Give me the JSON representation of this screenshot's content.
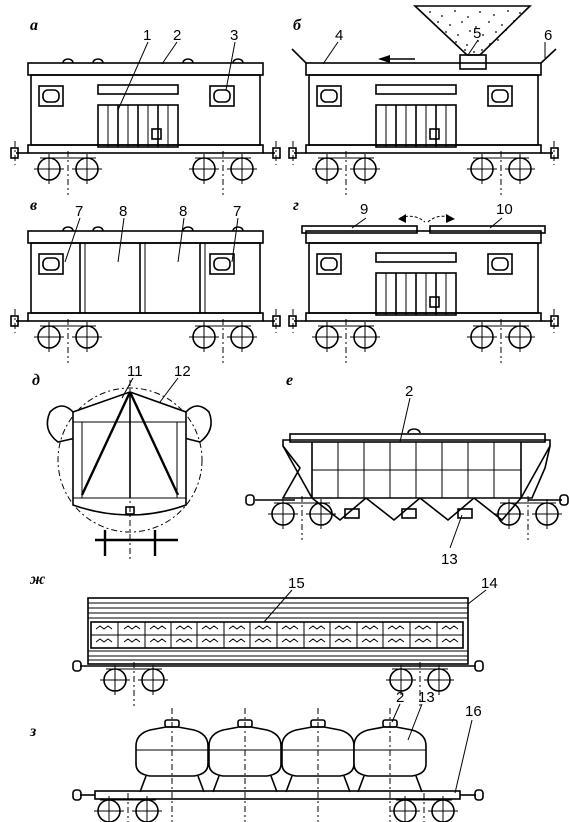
{
  "panels": {
    "a": "а",
    "b": "б",
    "v": "в",
    "g": "г",
    "d": "д",
    "e": "е",
    "zh": "ж",
    "z": "з"
  },
  "callouts": {
    "n1": "1",
    "n2": "2",
    "n3": "3",
    "n4": "4",
    "n5": "5",
    "n6": "6",
    "n7": "7",
    "n8": "8",
    "n9": "9",
    "n10": "10",
    "n11": "11",
    "n12": "12",
    "n13": "13",
    "n14": "14",
    "n15": "15",
    "n16": "16"
  }
}
